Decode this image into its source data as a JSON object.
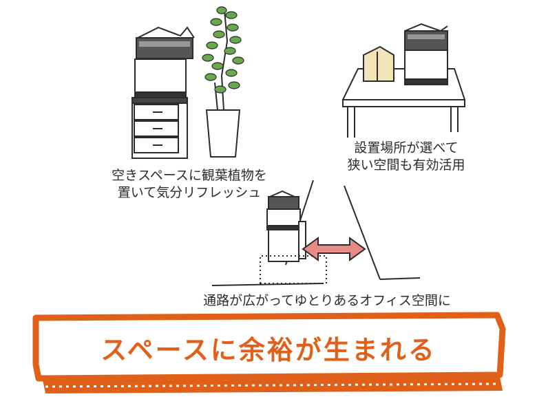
{
  "captions": {
    "plant_line1": "空きスペースに観葉植物を",
    "plant_line2": "置いて気分リフレッシュ",
    "install_line1": "設置場所が選べて",
    "install_line2": "狭い空間も有効活用",
    "aisle": "通路が広がってゆとりあるオフィス空間に"
  },
  "banner": {
    "title": "スペースに余裕が生まれる"
  },
  "colors": {
    "accent": "#e0601a",
    "arrow": "#e88a86",
    "ink": "#2b2b2b",
    "leaf": "#6aa84f"
  }
}
